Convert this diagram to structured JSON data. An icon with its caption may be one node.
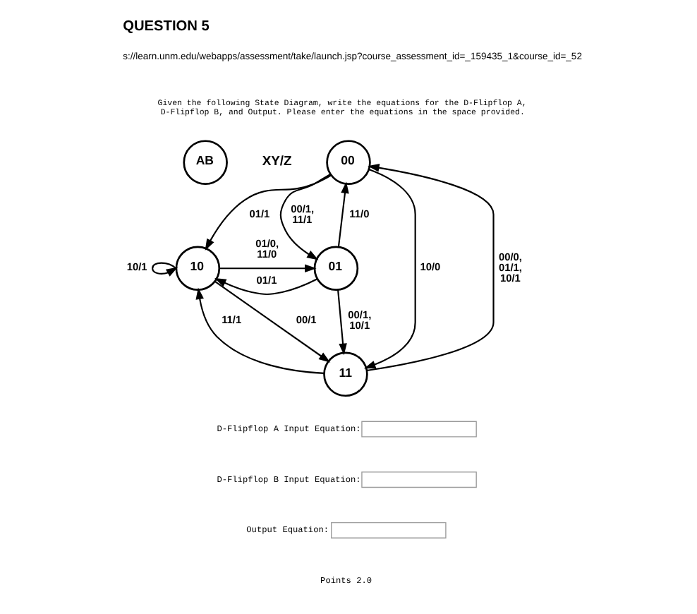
{
  "diagram": {
    "title": "QUESTION 5",
    "nodes": [
      {
        "text": [
          "AB"
        ],
        "beside": [
          "XY/Z"
        ]
      },
      {
        "text": [
          "00"
        ]
      },
      {
        "text": [
          "10"
        ]
      },
      {
        "text": [
          "01"
        ]
      },
      {
        "text": [
          "11"
        ]
      }
    ],
    "edges": [
      {
        "from": 1,
        "to": 2,
        "arrow": "to",
        "label": "01/1"
      },
      {
        "from": 1,
        "to": 3,
        "arrow": "to",
        "label": "00/1, 11/1"
      },
      {
        "from": 3,
        "to": 1,
        "arrow": "to",
        "label": "11/0"
      },
      {
        "from": 2,
        "to": 3,
        "arrow": "to",
        "label": "01/0, 11/0"
      },
      {
        "from": 1,
        "to": 4,
        "arrow": "to",
        "label": "10/0"
      },
      {
        "from": 4,
        "to": 1,
        "arrow": "to",
        "label": "00/0, 01/1, 10/1"
      },
      {
        "from": 2,
        "to": 2,
        "arrow": "to",
        "label": "10/1"
      },
      {
        "from": 3,
        "to": 2,
        "arrow": "to",
        "label": "01/1"
      },
      {
        "from": 2,
        "to": 4,
        "arrow": "to",
        "label": "00/1"
      },
      {
        "from": 3,
        "to": 4,
        "arrow": "to",
        "label": "00/1, 10/1"
      },
      {
        "from": 4,
        "to": 2,
        "arrow": "to",
        "label": "11/1"
      }
    ],
    "labels": [
      "s://learn.unm.edu/webapps/assessment/take/launch.jsp?course_assessment_id=_159435_1&course_id=_52",
      "Given the following State Diagram, write the equations for the D-Flipflop A, D-Flipflop B, and Output. Please enter the equations in the space provided.",
      "D-Flipflop A Input Equation:",
      "D-Flipflop B Input Equation:",
      "Output Equation:",
      "Points 2.0"
    ]
  }
}
